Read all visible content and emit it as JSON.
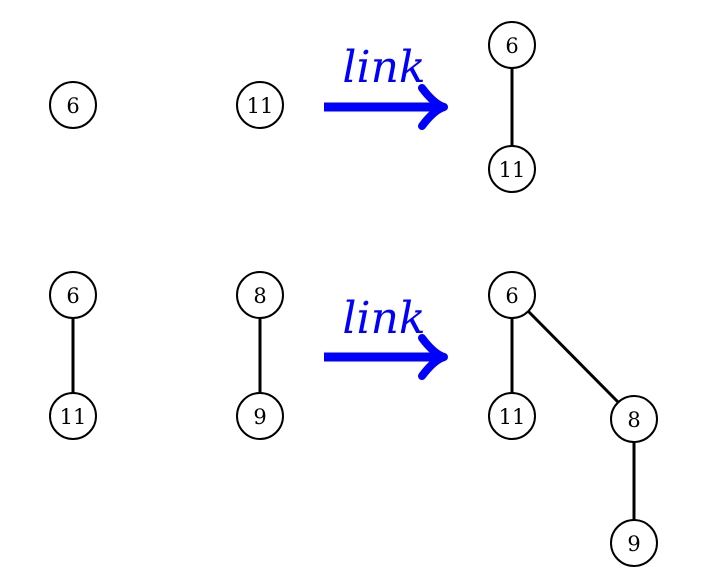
{
  "colors": {
    "accent": "#0000ff",
    "stroke": "#000000",
    "node_fill": "#ffffff"
  },
  "row1": {
    "inputs": [
      {
        "label": "6"
      },
      {
        "label": "11"
      }
    ],
    "operation": {
      "label": "link"
    },
    "result": {
      "nodes": [
        {
          "label": "6"
        },
        {
          "label": "11"
        }
      ]
    }
  },
  "row2": {
    "inputs": [
      {
        "nodes": [
          {
            "label": "6"
          },
          {
            "label": "11"
          }
        ]
      },
      {
        "nodes": [
          {
            "label": "8"
          },
          {
            "label": "9"
          }
        ]
      }
    ],
    "operation": {
      "label": "link"
    },
    "result": {
      "nodes": [
        {
          "label": "6"
        },
        {
          "label": "11"
        },
        {
          "label": "8"
        },
        {
          "label": "9"
        }
      ]
    }
  }
}
